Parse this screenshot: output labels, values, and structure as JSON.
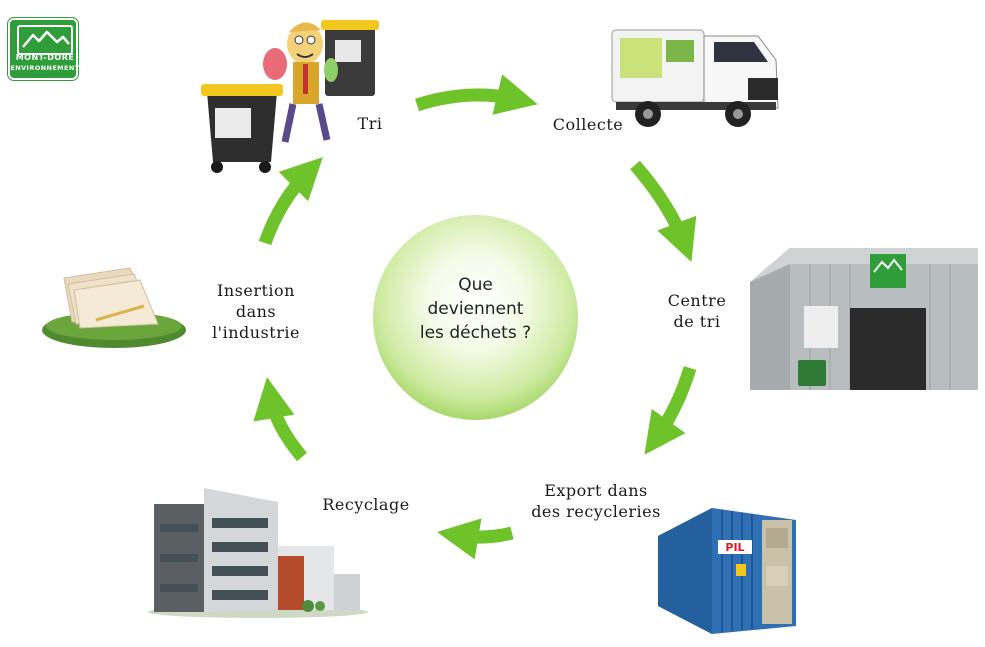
{
  "logo": {
    "line1": "MONT-DORE",
    "line2": "ENVIRONNEMENT"
  },
  "center": {
    "line1": "Que",
    "line2": "deviennent",
    "line3": "les déchets ?"
  },
  "steps": {
    "tri": "Tri",
    "collecte": "Collecte",
    "centre_line1": "Centre",
    "centre_line2": "de tri",
    "export_line1": "Export dans",
    "export_line2": "des recycleries",
    "recyclage": "Recyclage",
    "insertion_line1": "Insertion",
    "insertion_line2": "dans",
    "insertion_line3": "l'industrie"
  },
  "container_brand": "PIL",
  "colors": {
    "arrow": "#6ec32a",
    "brand_green": "#2f9e3a",
    "container_blue": "#2f6fb3"
  }
}
